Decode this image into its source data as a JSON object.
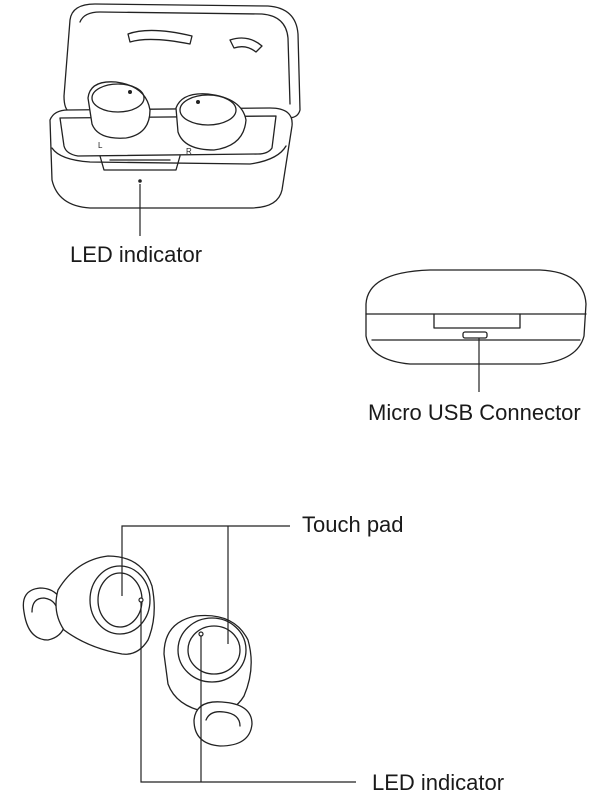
{
  "labels": {
    "case_led": "LED indicator",
    "usb": "Micro USB Connector",
    "touch_pad": "Touch pad",
    "earbud_led": "LED indicator"
  }
}
